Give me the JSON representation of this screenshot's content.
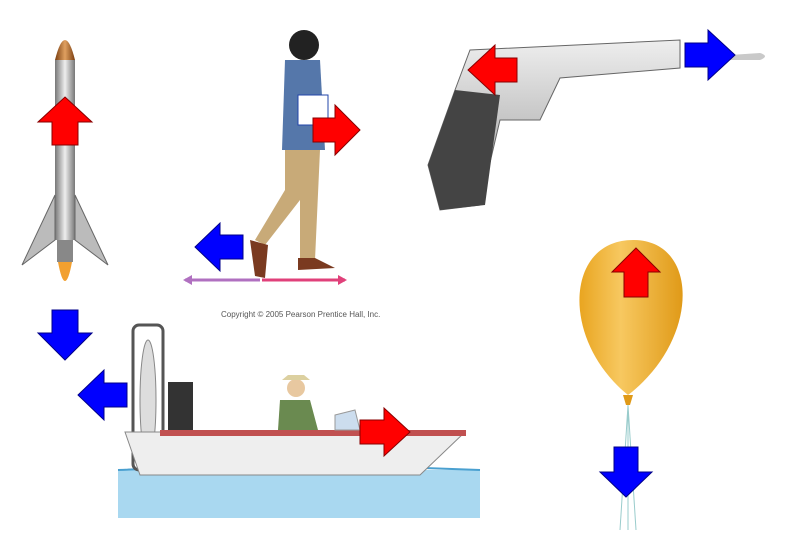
{
  "copyright": "Copyright © 2005 Pearson Prentice Hall, Inc.",
  "colors": {
    "action_arrow": "#ff0000",
    "reaction_arrow": "#0000ff",
    "balloon": "#f0b030",
    "water": "#a9d8f0"
  },
  "scenes": [
    "rocket",
    "walking-woman",
    "revolver",
    "balloon",
    "airboat"
  ]
}
